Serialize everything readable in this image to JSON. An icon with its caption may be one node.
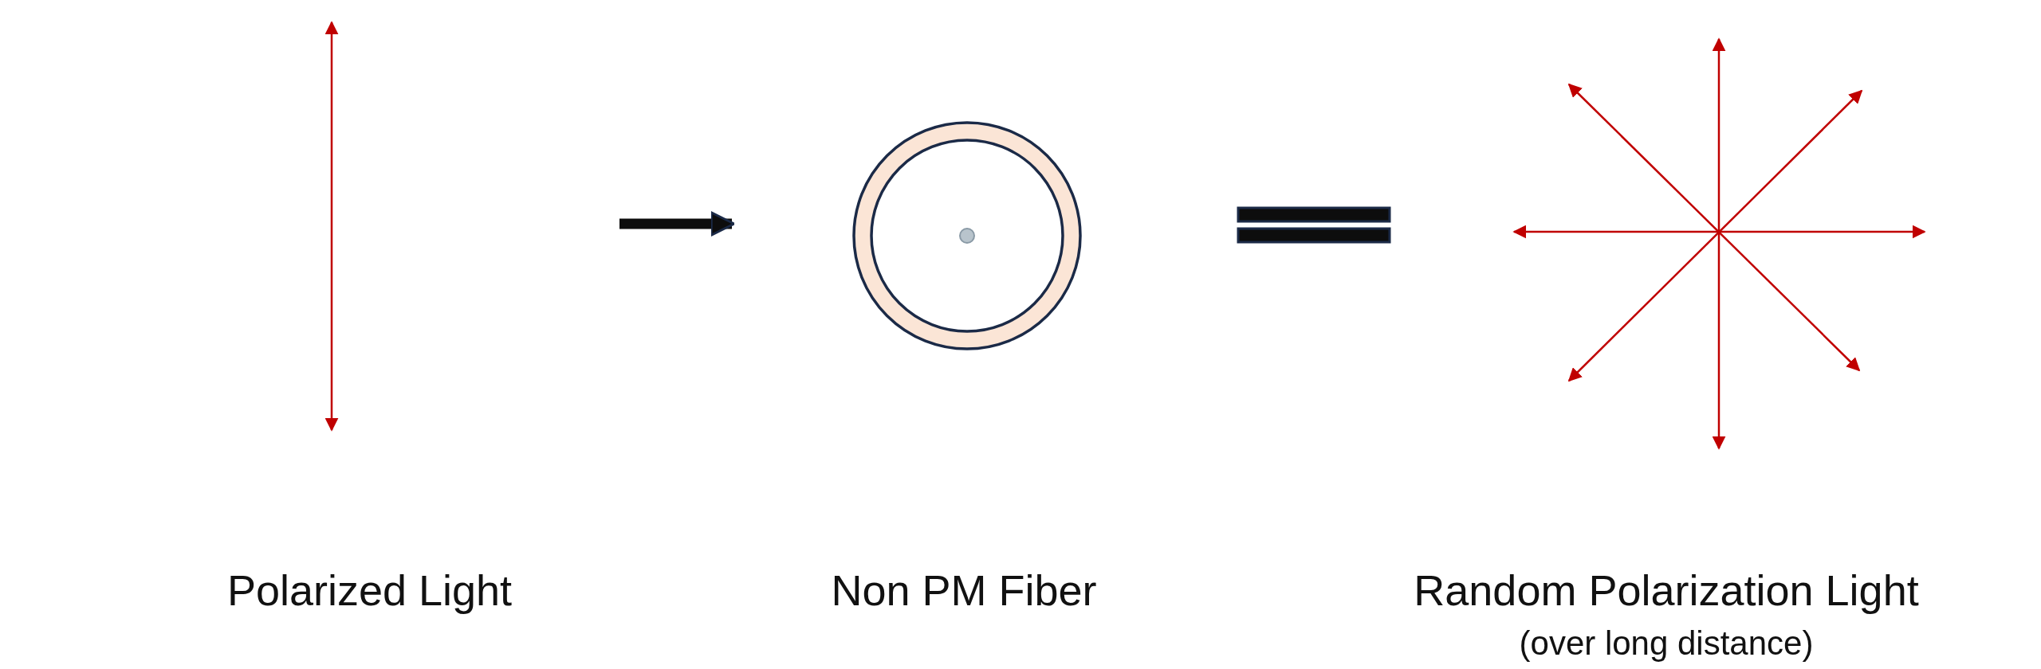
{
  "diagram": {
    "nodes": [
      {
        "text": [
          "Polarized Light"
        ]
      },
      {
        "text": [
          "Non PM Fiber"
        ]
      },
      {
        "text": [
          "Random Polarization Light",
          "(over long distance)"
        ]
      },
      {
        "text": [],
        "shape": "circle",
        "in": 1
      }
    ],
    "edges": [
      {
        "from": 0,
        "to": 1,
        "arrow": "to"
      }
    ]
  }
}
